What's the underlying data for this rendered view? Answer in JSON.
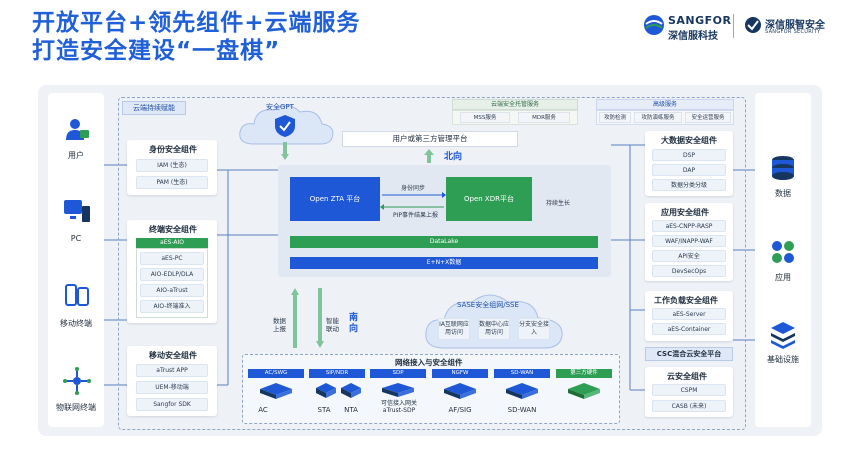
{
  "header": {
    "title_line1": "开放平台+领先组件+云端服务",
    "title_line2": "打造安全建设“一盘棋”"
  },
  "brand": {
    "sangfor_en": "SANGFOR",
    "sangfor_cn": "深信服科技",
    "security_cn": "深信服智安全",
    "security_en": "SANGFOR SECURITY"
  },
  "left_column": {
    "items": [
      {
        "label": "用户",
        "icon": "user-icon"
      },
      {
        "label": "PC",
        "icon": "pc-icon"
      },
      {
        "label": "移动终端",
        "icon": "mobile-icon"
      },
      {
        "label": "物联网终端",
        "icon": "iot-icon"
      }
    ]
  },
  "right_column": {
    "items": [
      {
        "label": "数据",
        "icon": "database-icon"
      },
      {
        "label": "应用",
        "icon": "app-icon"
      },
      {
        "label": "基础设施",
        "icon": "infrastructure-icon"
      }
    ]
  },
  "cloud_continuous": "云端持续赋能",
  "security_gpt": "安全GPT",
  "cloud_hosting": {
    "title": "云端安全托管服务",
    "items": [
      "MSS服务",
      "MDR服务"
    ]
  },
  "premium_service": {
    "title": "高级服务",
    "items": [
      "攻防检测",
      "攻防演练服务",
      "安全运营服务"
    ]
  },
  "management_platform": "用户或第三方管理平台",
  "north": "北向",
  "core": {
    "zta": "Open ZTA 平台",
    "xdr": "Open XDR平台",
    "sync": "身份同步",
    "pip": "PIP事件结果上报",
    "grow": "持续生长",
    "datalake": "DataLake",
    "eng": "E+N+X数据"
  },
  "south": {
    "report": "数据上报",
    "linkage": "智能联动",
    "label": "南向"
  },
  "sase": {
    "title": "SASE安全组网/SSE",
    "items": [
      "IA互联网应用访问",
      "数据中心应用访问",
      "分支安全接入"
    ]
  },
  "identity": {
    "title": "身份安全组件",
    "items": [
      "IAM (生态)",
      "PAM (生态)"
    ]
  },
  "endpoint": {
    "title": "终端安全组件",
    "sub": "aES-AIO",
    "items": [
      "aES-PC",
      "AIO-EDLP/DLA",
      "AIO-aTrust",
      "AIO-终端准入"
    ]
  },
  "mobile": {
    "title": "移动安全组件",
    "items": [
      "aTrust APP",
      "UEM-移动端",
      "Sangfor SDK"
    ]
  },
  "network": {
    "title": "网络接入与安全组件",
    "tabs": [
      "AC/SWG",
      "SIP/NDR",
      "SDP",
      "NGFW",
      "SD-WAN",
      "第三方硬件"
    ],
    "labels": [
      "AC",
      "STA",
      "NTA",
      "可信接入网关 aTrust-SDP",
      "AF/SIG",
      "SD-WAN"
    ]
  },
  "bigdata": {
    "title": "大数据安全组件",
    "items": [
      "DSP",
      "DAP",
      "数据分类分级"
    ]
  },
  "application": {
    "title": "应用安全组件",
    "items": [
      "aES-CNPP-RASP",
      "WAF/INAPP-WAF",
      "API安全",
      "DevSecOps"
    ]
  },
  "workload": {
    "title": "工作负载安全组件",
    "items": [
      "aES-Server",
      "aES-Container"
    ]
  },
  "csc": "CSC混合云安全平台",
  "cloud_security": {
    "title": "云安全组件",
    "items": [
      "CSPM",
      "CASB (未来)"
    ]
  },
  "colors": {
    "title_blue": "#1f5fd8",
    "accent_green": "#2f9e55",
    "accent_blue": "#1e58d6",
    "background_panel": "#eef1f6"
  }
}
